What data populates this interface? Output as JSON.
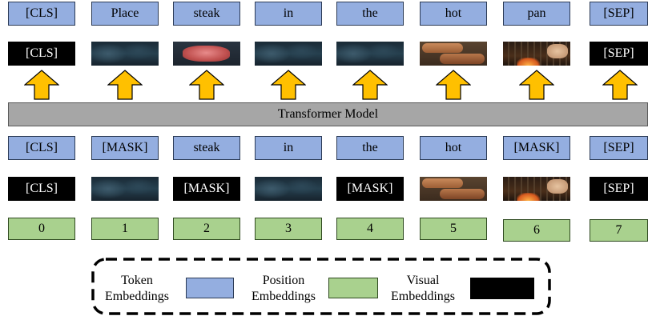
{
  "output_tokens": [
    "[CLS]",
    "Place",
    "steak",
    "in",
    "the",
    "hot",
    "pan",
    "[SEP]"
  ],
  "output_visual": [
    "[CLS]",
    "",
    "",
    "",
    "",
    "",
    "",
    "[SEP]"
  ],
  "transformer_label": "Transformer Model",
  "input_tokens": [
    "[CLS]",
    "[MASK]",
    "steak",
    "in",
    "the",
    "hot",
    "[MASK]",
    "[SEP]"
  ],
  "input_visual": [
    "[CLS]",
    "",
    "[MASK]",
    "",
    "[MASK]",
    "",
    "",
    "[SEP]"
  ],
  "positions": [
    "0",
    "1",
    "2",
    "3",
    "4",
    "5",
    "6",
    "7"
  ],
  "legend": {
    "token_label": "Token\nEmbeddings",
    "position_label": "Position\nEmbeddings",
    "visual_label": "Visual\nEmbeddings"
  },
  "colors": {
    "token": "#94aee0",
    "position": "#a9d18e",
    "visual": "#000000",
    "arrow": "#ffc000",
    "bar": "#a6a6a6"
  },
  "visual_images": {
    "output": [
      "",
      "water",
      "steak",
      "water",
      "water",
      "hot",
      "pan",
      ""
    ],
    "input": [
      "",
      "water",
      "",
      "water",
      "",
      "hot",
      "pan",
      ""
    ]
  }
}
